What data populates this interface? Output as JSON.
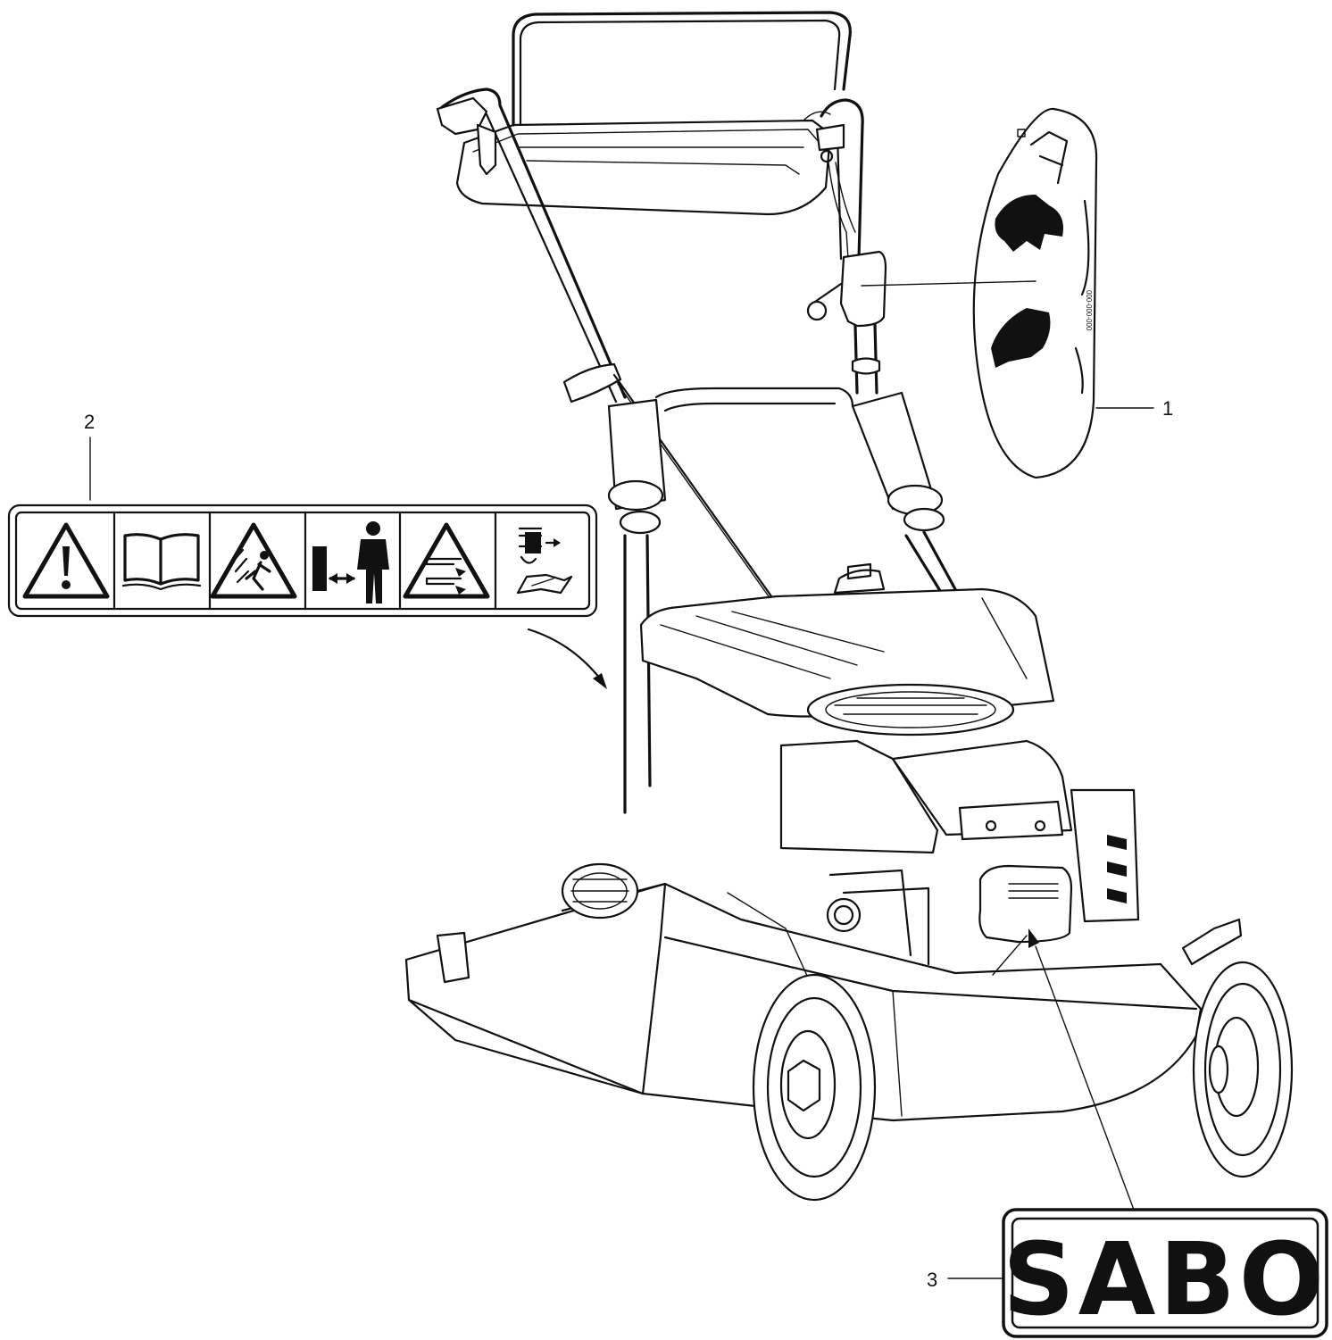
{
  "callouts": [
    {
      "number": "1",
      "part": "handle-decal"
    },
    {
      "number": "2",
      "part": "warning-label-strip"
    },
    {
      "number": "3",
      "part": "brand-logo-decal"
    }
  ],
  "logo": {
    "text": "SABO"
  },
  "warning_label": {
    "pictograms": [
      "caution-triangle-icon",
      "read-manual-icon",
      "thrown-objects-warning-icon",
      "keep-bystanders-away-icon",
      "blade-hazard-warning-icon",
      "disconnect-before-maintenance-icon"
    ]
  },
  "handle_decal": {
    "icons": [
      "lever-position-icon",
      "rabbit-fast-icon",
      "turtle-slow-icon"
    ],
    "part_code": "000-000-000"
  },
  "colors": {
    "line": "#111111",
    "background": "#ffffff"
  }
}
